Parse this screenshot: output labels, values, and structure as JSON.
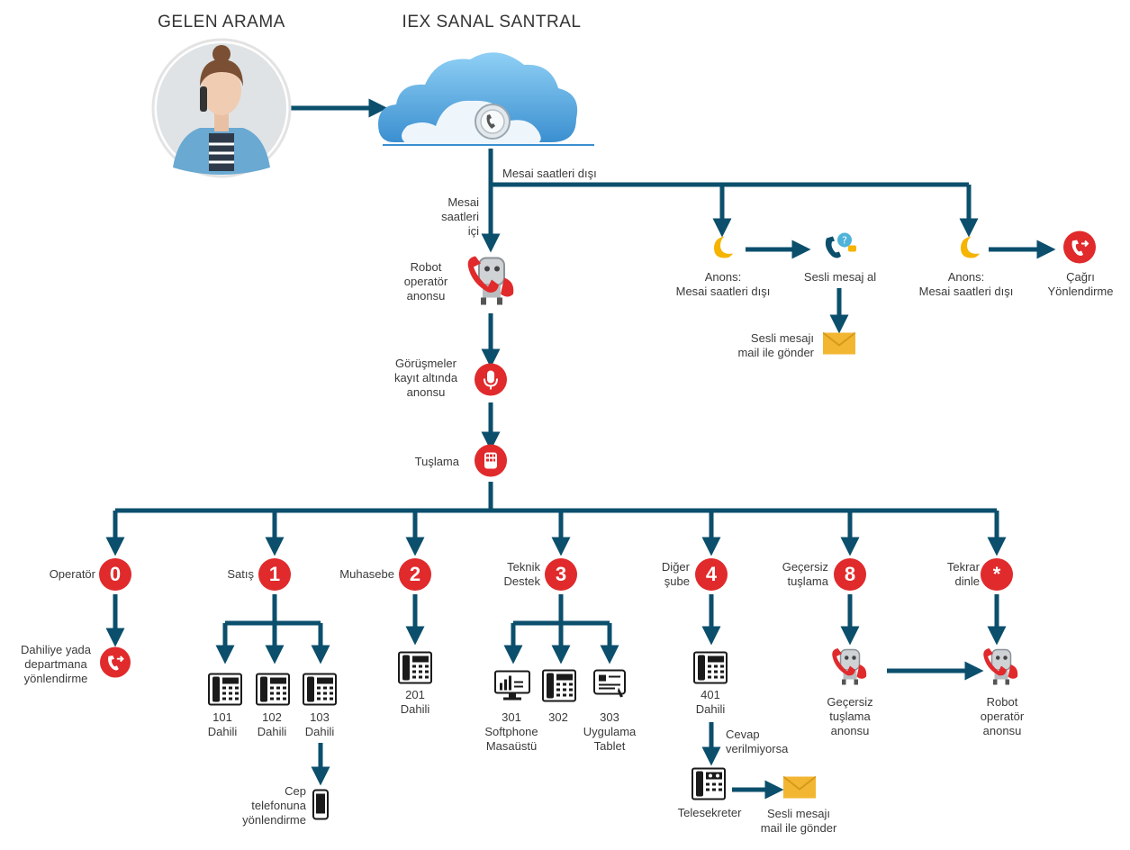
{
  "titles": {
    "incoming": "GELEN ARAMA",
    "pbx": "IEX SANAL SANTRAL"
  },
  "branch_labels": {
    "outside_hours": "Mesai saatleri dışı",
    "inside_hours": [
      "Mesai",
      "saatleri",
      "içi"
    ]
  },
  "main_flow": {
    "robot_operator": [
      "Robot",
      "operatör",
      "anonsu"
    ],
    "recording": [
      "Görüşmeler",
      "kayıt altında",
      "anonsu"
    ],
    "dtmf": "Tuşlama"
  },
  "after_hours": {
    "announce_a": [
      "Anons:",
      "Mesai saatleri dışı"
    ],
    "voicemail": "Sesli mesaj al",
    "voicemail_email": [
      "Sesli mesajı",
      "mail ile gönder"
    ],
    "announce_b": [
      "Anons:",
      "Mesai saatleri dışı"
    ],
    "call_forward": [
      "Çağrı",
      "Yönlendirme"
    ]
  },
  "menu_options": [
    {
      "key": "0",
      "label": [
        "Operatör"
      ]
    },
    {
      "key": "1",
      "label": [
        "Satış"
      ]
    },
    {
      "key": "2",
      "label": [
        "Muhasebe"
      ]
    },
    {
      "key": "3",
      "label": [
        "Teknik",
        "Destek"
      ]
    },
    {
      "key": "4",
      "label": [
        "Diğer",
        "şube"
      ]
    },
    {
      "key": "8",
      "label": [
        "Geçersiz",
        "tuşlama"
      ]
    },
    {
      "key": "*",
      "label": [
        "Tekrar",
        "dinle"
      ]
    }
  ],
  "operator_target": [
    "Dahiliye yada",
    "departmana",
    "yönlendirme"
  ],
  "sales_extensions": [
    {
      "num": "101",
      "name": "Dahili"
    },
    {
      "num": "102",
      "name": "Dahili"
    },
    {
      "num": "103",
      "name": "Dahili"
    }
  ],
  "mobile_forward": [
    "Cep",
    "telefonuna",
    "yönlendirme"
  ],
  "accounting_ext": [
    "201",
    "Dahili"
  ],
  "support_targets": [
    [
      "301",
      "Softphone",
      "Masaüstü"
    ],
    [
      "302"
    ],
    [
      "303",
      "Uygulama",
      "Tablet"
    ]
  ],
  "branch_ext": [
    "401",
    "Dahili"
  ],
  "no_answer": [
    "Cevap",
    "verilmiyorsa"
  ],
  "answering_machine": "Telesekreter",
  "branch_voicemail_email": [
    "Sesli mesajı",
    "mail ile gönder"
  ],
  "invalid_announce": [
    "Geçersiz",
    "tuşlama",
    "anonsu"
  ],
  "repeat_robot": [
    "Robot",
    "operatör",
    "anonsu"
  ],
  "colors": {
    "arrow": "#0b4f6c",
    "accent": "#e02a2c",
    "cloud": "#5ab0e6",
    "moon": "#f5b400",
    "envelope": "#f2b632"
  }
}
